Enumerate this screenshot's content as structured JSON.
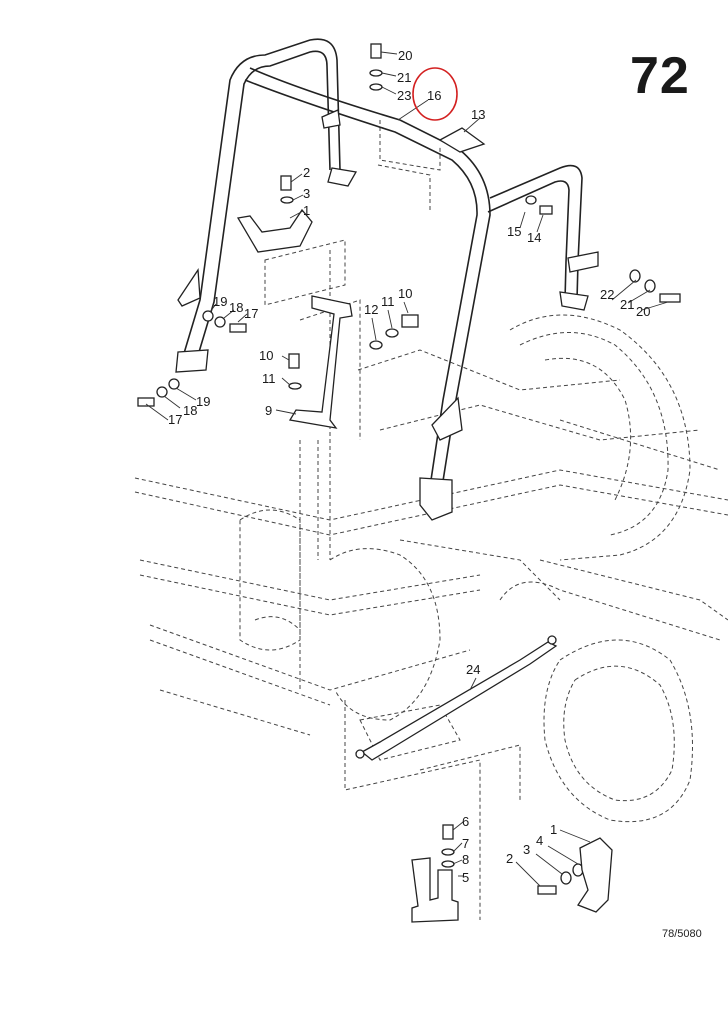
{
  "page_number": "72",
  "drawing_ref": "78/5080",
  "highlight_color": "#d32020",
  "highlighted_callout": "16",
  "callouts": [
    {
      "id": "c20a",
      "label": "20"
    },
    {
      "id": "c21a",
      "label": "21"
    },
    {
      "id": "c23a",
      "label": "23"
    },
    {
      "id": "c16",
      "label": "16"
    },
    {
      "id": "c13",
      "label": "13"
    },
    {
      "id": "c2a",
      "label": "2"
    },
    {
      "id": "c3a",
      "label": "3"
    },
    {
      "id": "c1a",
      "label": "1"
    },
    {
      "id": "c15",
      "label": "15"
    },
    {
      "id": "c14",
      "label": "14"
    },
    {
      "id": "c22",
      "label": "22"
    },
    {
      "id": "c21b",
      "label": "21"
    },
    {
      "id": "c20b",
      "label": "20"
    },
    {
      "id": "c19a",
      "label": "19"
    },
    {
      "id": "c18a",
      "label": "18"
    },
    {
      "id": "c17a",
      "label": "17"
    },
    {
      "id": "c12",
      "label": "12"
    },
    {
      "id": "c11a",
      "label": "11"
    },
    {
      "id": "c10a",
      "label": "10"
    },
    {
      "id": "c10b",
      "label": "10"
    },
    {
      "id": "c11b",
      "label": "11"
    },
    {
      "id": "c9",
      "label": "9"
    },
    {
      "id": "c17b",
      "label": "17"
    },
    {
      "id": "c18b",
      "label": "18"
    },
    {
      "id": "c19b",
      "label": "19"
    },
    {
      "id": "c24",
      "label": "24"
    },
    {
      "id": "c6",
      "label": "6"
    },
    {
      "id": "c7",
      "label": "7"
    },
    {
      "id": "c8",
      "label": "8"
    },
    {
      "id": "c5",
      "label": "5"
    },
    {
      "id": "c1b",
      "label": "1"
    },
    {
      "id": "c4",
      "label": "4"
    },
    {
      "id": "c3b",
      "label": "3"
    },
    {
      "id": "c2b",
      "label": "2"
    }
  ]
}
